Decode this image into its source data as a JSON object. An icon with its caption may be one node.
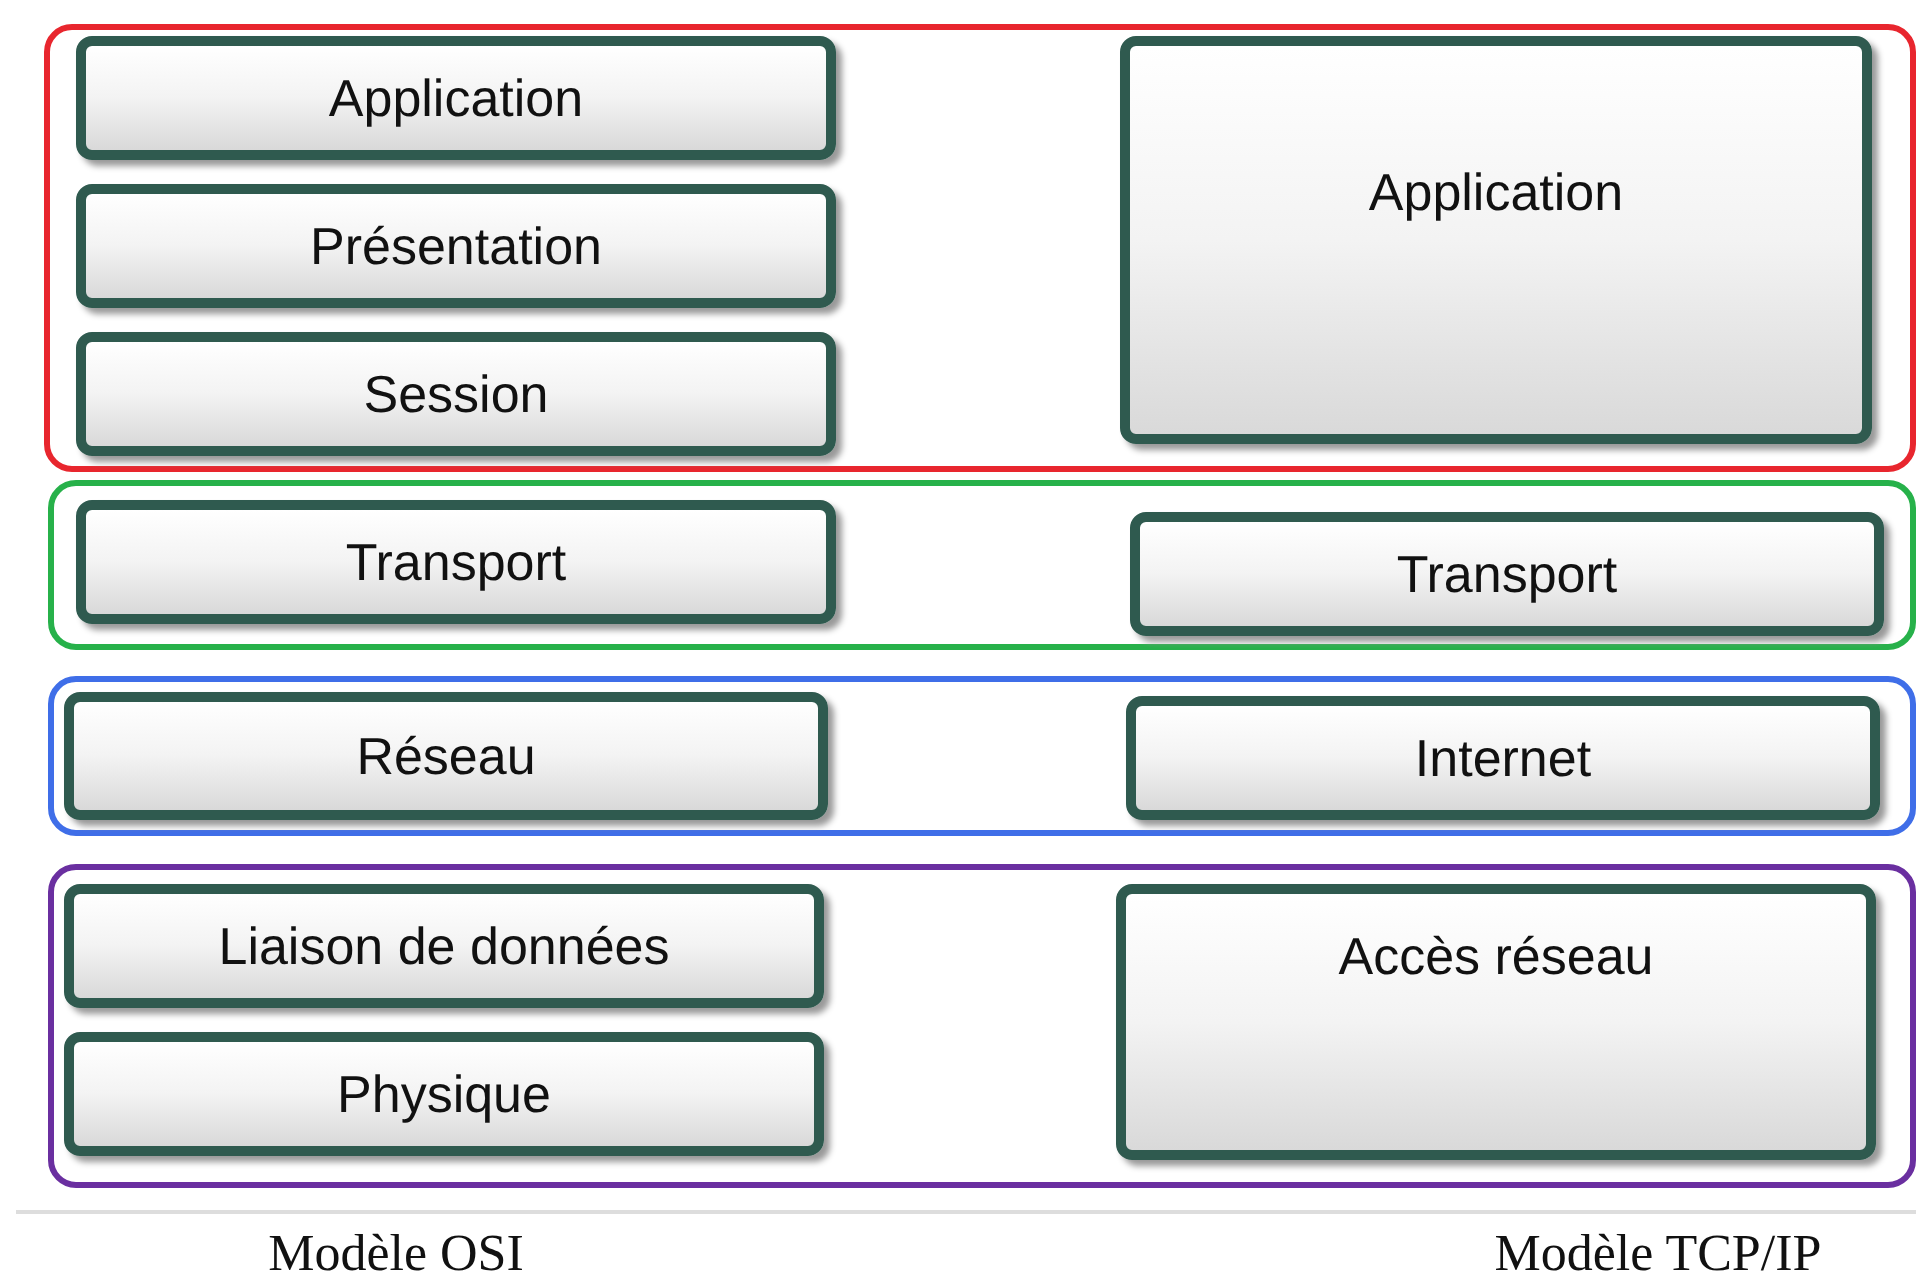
{
  "diagram": {
    "nodes": [
      {
        "text": [],
        "shape": "box"
      },
      {
        "text": [
          "Application"
        ],
        "in": 0
      },
      {
        "text": [
          "Présentation"
        ],
        "in": 0
      },
      {
        "text": [
          "Session"
        ],
        "in": 0
      },
      {
        "text": [
          "Application"
        ],
        "in": 0
      },
      {
        "text": [],
        "shape": "box"
      },
      {
        "text": [
          "Transport"
        ],
        "in": 5
      },
      {
        "text": [
          "Transport"
        ],
        "in": 5
      },
      {
        "text": [],
        "shape": "box"
      },
      {
        "text": [
          "Réseau"
        ],
        "in": 8
      },
      {
        "text": [
          "Internet"
        ],
        "in": 8
      },
      {
        "text": [],
        "shape": "box"
      },
      {
        "text": [
          "Liaison de données"
        ],
        "in": 11
      },
      {
        "text": [
          "Physique"
        ],
        "in": 11
      },
      {
        "text": [
          "Accès réseau"
        ],
        "in": 11
      }
    ],
    "labels": [
      "Modèle OSI",
      "Modèle TCP/IP"
    ]
  }
}
